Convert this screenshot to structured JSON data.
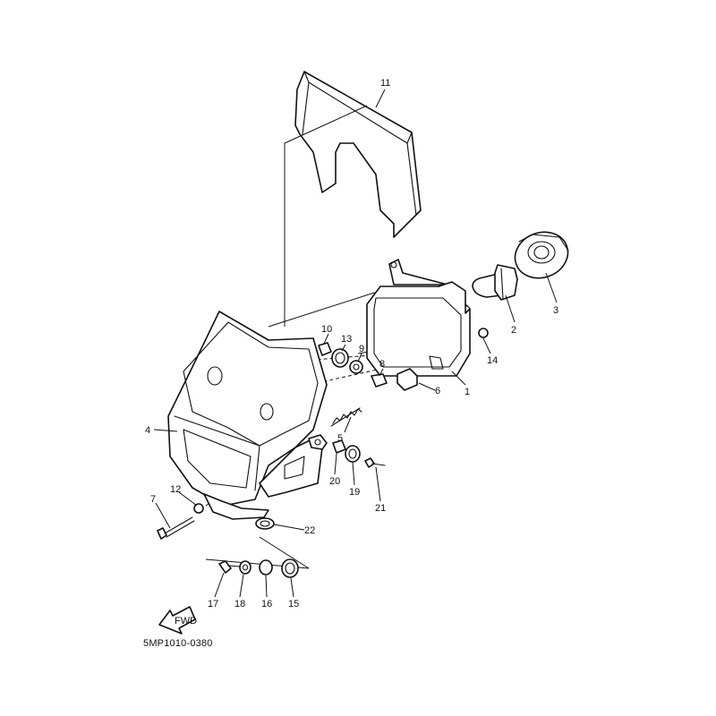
{
  "diagram": {
    "code": "5MP1010-0380",
    "fwd_label": "FWD",
    "callouts": [
      "11",
      "3",
      "2",
      "14",
      "1",
      "6",
      "10",
      "13",
      "9",
      "8",
      "4",
      "5",
      "20",
      "19",
      "21",
      "7",
      "12",
      "22",
      "17",
      "18",
      "16",
      "15"
    ]
  },
  "colors": {
    "ink": "#111111",
    "paper": "#ffffff"
  }
}
